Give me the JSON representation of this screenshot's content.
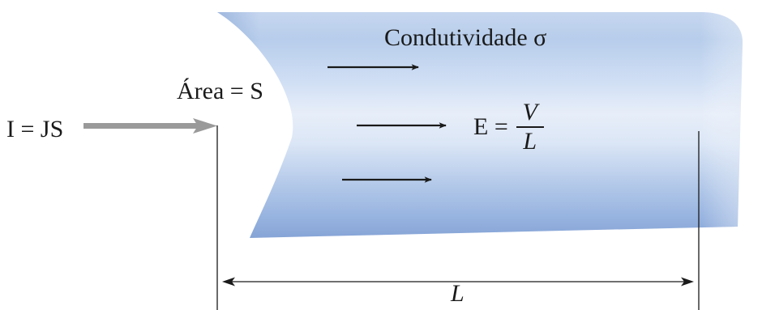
{
  "labels": {
    "conductivity": "Condutividade σ",
    "area": "Área = S",
    "current": "I = JS",
    "field_lhs": "E =",
    "field_numerator": "V",
    "field_denominator": "L",
    "length": "L"
  },
  "colors": {
    "conductor_light": "#e3ecf7",
    "conductor_mid": "#a9c3e6",
    "conductor_dark": "#7f9fd1",
    "current_arrow": "#9a9a9a",
    "ink": "#1a1a1a"
  }
}
